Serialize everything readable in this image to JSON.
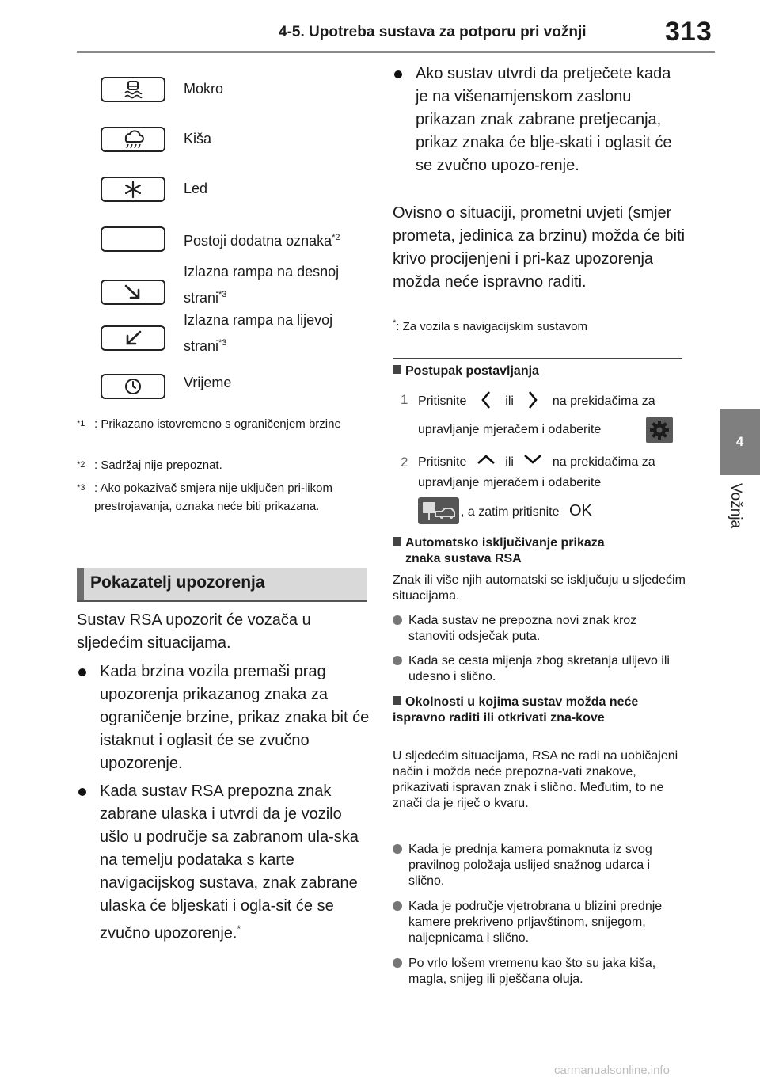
{
  "header": {
    "title": "4-5. Upotreba sustava za potporu pri vožnji",
    "page_number": "313"
  },
  "side_tab": {
    "number": "4",
    "label": "Vožnja"
  },
  "signs": [
    {
      "icon": "wet-road-icon",
      "label": "Mokro"
    },
    {
      "icon": "rain-cloud-icon",
      "label": "Kiša"
    },
    {
      "icon": "snowflake-icon",
      "label": "Led"
    },
    {
      "icon": "blank-sign-icon",
      "label": "Postoji dodatna oznaka",
      "sup": "*2"
    },
    {
      "icon": "arrow-down-right-icon",
      "label_line1": "Izlazna rampa na desnoj",
      "label_line2": "strani",
      "sup": "*3"
    },
    {
      "icon": "arrow-down-left-icon",
      "label_line1": "Izlazna rampa na lijevoj",
      "label_line2": "strani",
      "sup": "*3"
    },
    {
      "icon": "clock-icon",
      "label": "Vrijeme"
    }
  ],
  "footnotes": [
    {
      "mark": "*1",
      "text": ": Prikazano istovremeno s ograničenjem brzine"
    },
    {
      "mark": "*2",
      "text": ": Sadržaj nije prepoznat."
    },
    {
      "mark": "*3",
      "text": ": Ako pokazivač smjera nije uključen pri-likom prestrojavanja, oznaka neće biti prikazana."
    }
  ],
  "section": {
    "title": "Pokazatelj upozorenja",
    "intro": "Sustav RSA upozorit će vozača u sljedećim situacijama.",
    "bullets": [
      "Kada brzina vozila premaši prag upozorenja prikazanog znaka za ograničenje brzine, prikaz znaka bit će istaknut i oglasit će se zvučno upozorenje.",
      "Kada sustav RSA prepozna znak zabrane ulaska i utvrdi da je vozilo ušlo u područje sa zabranom ula-ska na temelju podataka s karte navigacijskog sustava, znak zabrane ulaska će bljeskati i ogla-sit će se zvučno upozorenje."
    ],
    "bullet2_sup": "*"
  },
  "right": {
    "bullet3": "Ako sustav utvrdi da pretječete kada je na višenamjenskom zaslonu prikazan znak zabrane pretjecanja, prikaz znaka će blje-skati i oglasit će se zvučno upozo-renje.",
    "para": "Ovisno o situaciji, prometni uvjeti (smjer prometa, jedinica za brzinu) možda će biti krivo procijenjeni i pri-kaz upozorenja možda neće ispravno raditi.",
    "note_mark": "*",
    "note_text": ":  Za vozila s navigacijskim sustavom",
    "setup": {
      "heading": "Postupak postavljanja",
      "step1_num": "1",
      "step1_a": "Pritisnite",
      "step1_b": "ili",
      "step1_c": "na prekidačima za",
      "step1_d": "upravljanje mjeračem i odaberite",
      "step2_num": "2",
      "step2_a": "Pritisnite",
      "step2_b": "ili",
      "step2_c": "na prekidačima za",
      "step2_d": "upravljanje mjeračem i odaberite",
      "step2_e": ", a zatim pritisnite",
      "ok_label": "OK"
    },
    "auto_off": {
      "heading_line1": "Automatsko isključivanje prikaza",
      "heading_line2": "znaka sustava RSA",
      "text": "Znak ili više njih automatski se isključuju u sljedećim situacijama.",
      "items": [
        "Kada sustav ne prepozna novi znak kroz stanoviti odsječak puta.",
        "Kada se cesta mijenja zbog skretanja ulijevo ili udesno i slično."
      ]
    },
    "conditions": {
      "heading": "Okolnosti u kojima sustav možda neće ispravno raditi ili otkrivati zna-kove",
      "text": "U sljedećim situacijama, RSA ne radi na uobičajeni način i možda neće prepozna-vati znakove, prikazivati ispravan znak i slično. Međutim, to ne znači da je riječ o kvaru.",
      "items": [
        "Kada je prednja kamera pomaknuta iz svog pravilnog položaja uslijed snažnog udarca i slično.",
        "Kada je područje vjetrobrana u blizini prednje kamere prekriveno prljavštinom, snijegom, naljepnicama i slično.",
        "Po vrlo lošem vremenu kao što su jaka kiša, magla, snijeg ili pješčana oluja."
      ]
    }
  },
  "watermark": "carmanualsonline.info"
}
